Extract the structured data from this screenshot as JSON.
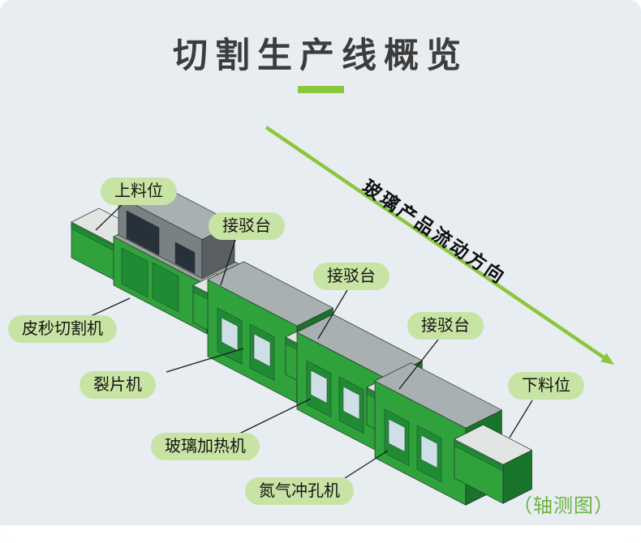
{
  "header": {
    "title": "切割生产线概览"
  },
  "flow": {
    "direction_label": "玻璃产品流动方向"
  },
  "view_note": "（轴测图）",
  "callouts": [
    {
      "text": "上料位"
    },
    {
      "text": "接驳台"
    },
    {
      "text": "接驳台"
    },
    {
      "text": "接驳台"
    },
    {
      "text": "皮秒切割机"
    },
    {
      "text": "裂片机"
    },
    {
      "text": "玻璃加热机"
    },
    {
      "text": "氮气冲孔机"
    },
    {
      "text": "下料位"
    }
  ],
  "machines": [
    "loading-table",
    "picosecond-cutter",
    "transfer-table-1",
    "splitting-machine",
    "transfer-table-2",
    "glass-heater",
    "transfer-table-3",
    "nitrogen-punch",
    "unloading-table"
  ],
  "colors": {
    "background": "#e8edf2",
    "accent": "#8cc63e",
    "label_background": "#c8e4a4",
    "label_text": "#121212",
    "title_text": "#3c3c3c",
    "view_note_text": "#6cb33f",
    "machine_green_front": "#2fa23c",
    "machine_green_side": "#187428",
    "machine_green_dark": "#1f8c33",
    "machine_gray_front": "#7a8184",
    "machine_gray_side": "#595f62",
    "machine_gray_top": "#a9b0b2",
    "machine_body_top": "#9aa19e",
    "table_top": "#e2e6e2",
    "window_dark": "#27313a",
    "window_light": "#cfdfe8",
    "callout_line": "#1b1b1b"
  }
}
